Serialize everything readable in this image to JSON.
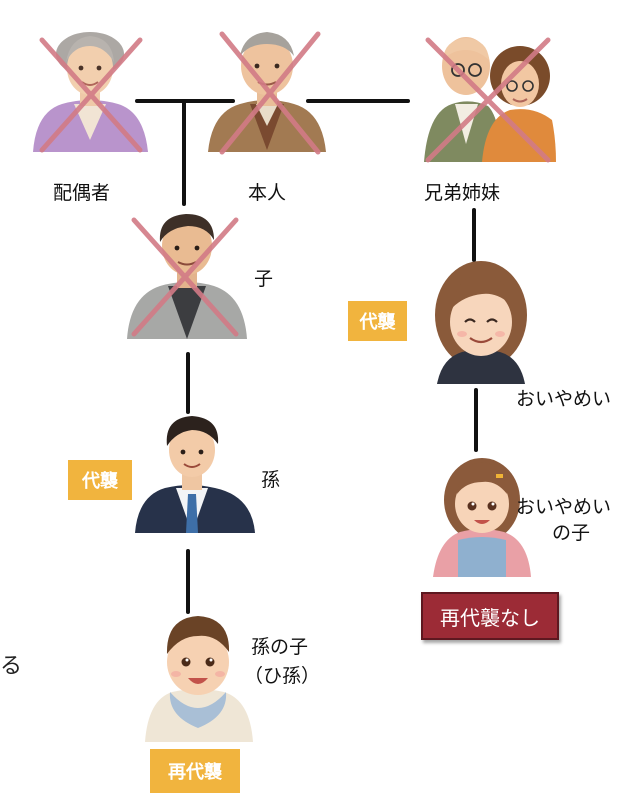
{
  "people": {
    "spouse": {
      "label": "配偶者",
      "deceased": true
    },
    "self": {
      "label": "本人",
      "deceased": true
    },
    "siblings": {
      "label": "兄弟姉妹",
      "deceased": true
    },
    "child": {
      "label": "子",
      "deceased": true
    },
    "niece_nephew": {
      "label": "おいやめい",
      "deceased": false
    },
    "grandchild": {
      "label": "孫",
      "deceased": false
    },
    "niece_nephew_child": {
      "label_line1": "おいやめい",
      "label_line2": "の子",
      "deceased": false
    },
    "great_grandchild": {
      "label_line1": "孫の子",
      "label_line2": "（ひ孫）",
      "deceased": false
    }
  },
  "badges": {
    "niece_nephew": "代襲",
    "grandchild": "代襲",
    "great_grandchild": "再代襲",
    "niece_nephew_child": "再代襲なし"
  },
  "edge_text": "る",
  "colors": {
    "lines": "#111111",
    "cross": "#d27b86",
    "badge_yellow": "#f1b43e",
    "badge_red": "#9c2b36"
  }
}
